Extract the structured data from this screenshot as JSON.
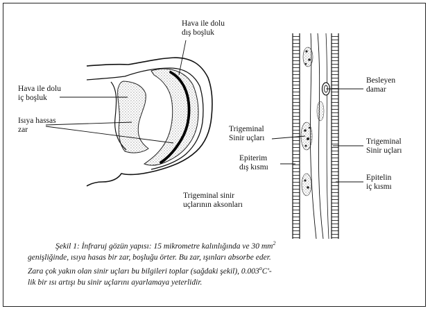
{
  "labels": {
    "outer_space": [
      "Hava ile dolu",
      "dış boşluk"
    ],
    "inner_space": [
      "Hava ile dolu",
      "iç boşluk"
    ],
    "membrane": [
      "Isıya hassas",
      "zar"
    ],
    "axons": [
      "Trigeminal sinir",
      "uçlarının aksonları"
    ],
    "vessel": [
      "Besleyen",
      "damar"
    ],
    "nerve_endings_left": [
      "Trigeminal",
      "Sinir uçları"
    ],
    "nerve_endings_right": [
      "Trigeminal",
      "Sinir uçları"
    ],
    "epi_outer": [
      "Epiterim",
      "dış kısmı"
    ],
    "epi_inner": [
      "Epitelin",
      "iç kısmı"
    ]
  },
  "caption": {
    "line1_prefix": "Şekil 1: İnfraruj gözün yapısı: 15 mikrometre kalınlığında ve 30 mm",
    "line1_sup": "2",
    "line2": "genişliğinde, ısıya hasas bir zar, boşluğu örter. Bu zar, ışınları absorbe eder.",
    "line3_prefix": "Zara çok yakın olan sinir uçları bu bilgileri toplar (sağdaki şekil), 0.003",
    "line3_sup": "o",
    "line3_suffix": "C'-",
    "line4": "lik bir ısı artışı bu sinir uçlarını ayarlamaya yeterlidir."
  }
}
